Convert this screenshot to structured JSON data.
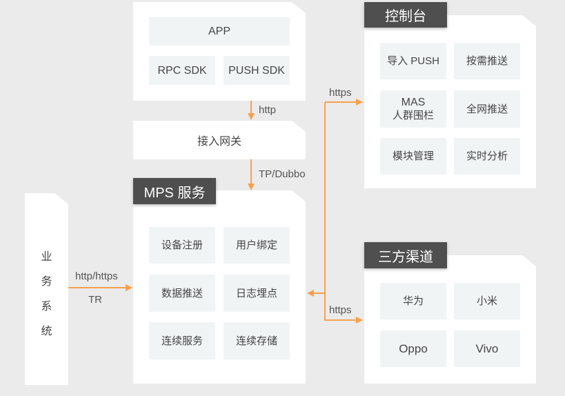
{
  "colors": {
    "arrow": "#f7a04b",
    "background": "#ebebeb",
    "tab": "#4f4f4f",
    "tile": "#f1f4f5"
  },
  "client": {
    "app": "APP",
    "rpc_sdk": "RPC SDK",
    "push_sdk": "PUSH SDK"
  },
  "gateway": {
    "label": "接入网关"
  },
  "mps": {
    "title": "MPS 服务",
    "items": [
      "设备注册",
      "用户绑定",
      "数据推送",
      "日志埋点",
      "连续服务",
      "连续存储"
    ]
  },
  "business": {
    "chars": [
      "业",
      "务",
      "系",
      "统"
    ]
  },
  "console": {
    "title": "控制台",
    "items": [
      "导入 PUSH",
      "按需推送",
      "MAS\n人群围栏",
      "全网推送",
      "模块管理",
      "实时分析"
    ],
    "mas_line1": "MAS",
    "mas_line2": "人群围栏"
  },
  "channels": {
    "title": "三方渠道",
    "items": [
      "华为",
      "小米",
      "Oppo",
      "Vivo"
    ]
  },
  "edges": {
    "app_to_gateway": "http",
    "gateway_to_mps": "TP/Dubbo",
    "business_to_mps_top": "http/https",
    "business_to_mps_bottom": "TR",
    "mps_to_console": "https",
    "mps_to_channels": "https"
  }
}
